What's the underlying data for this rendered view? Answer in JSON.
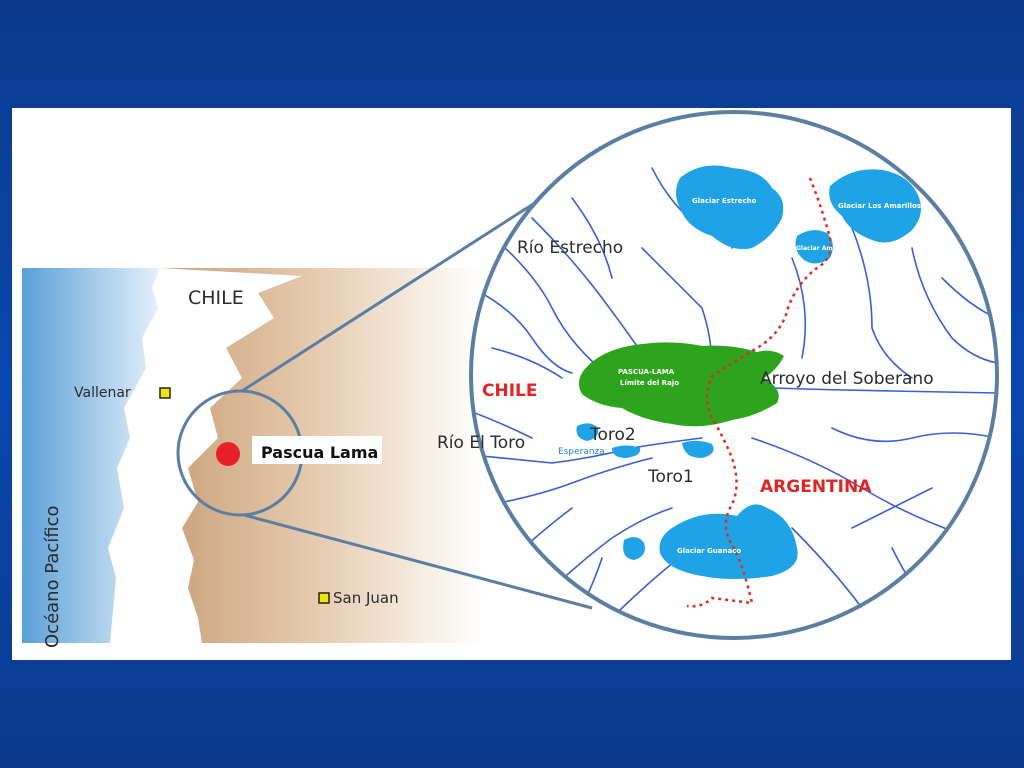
{
  "map": {
    "overview": {
      "country_label": "CHILE",
      "ocean_label": "Océano Pacífico",
      "cities": [
        {
          "name": "Vallenar"
        },
        {
          "name": "San Juan"
        }
      ],
      "site_label": "Pascua Lama"
    },
    "detail": {
      "rivers": [
        "Río Estrecho",
        "Río El Toro",
        "Arroyo del Soberano"
      ],
      "countries": [
        "CHILE",
        "ARGENTINA"
      ],
      "lakes": [
        "Toro2",
        "Toro1",
        "Esperanza"
      ],
      "glaciers": [
        "Glaciar Estrecho",
        "Glaciar Los Amarillos",
        "Glaciar Amarillo",
        "Glaciar Guanaco"
      ],
      "pit_label": [
        "PASCUA-LAMA",
        "Límite del Rajo"
      ]
    },
    "colors": {
      "background": "#0a47b0",
      "water": "#1fa3e6",
      "pit": "#2ea31e",
      "river": "#3a5fcf",
      "border": "#d93025",
      "site_marker": "#e8202a",
      "city_marker": "#f4e400",
      "lens": "#5b7fa3"
    }
  }
}
